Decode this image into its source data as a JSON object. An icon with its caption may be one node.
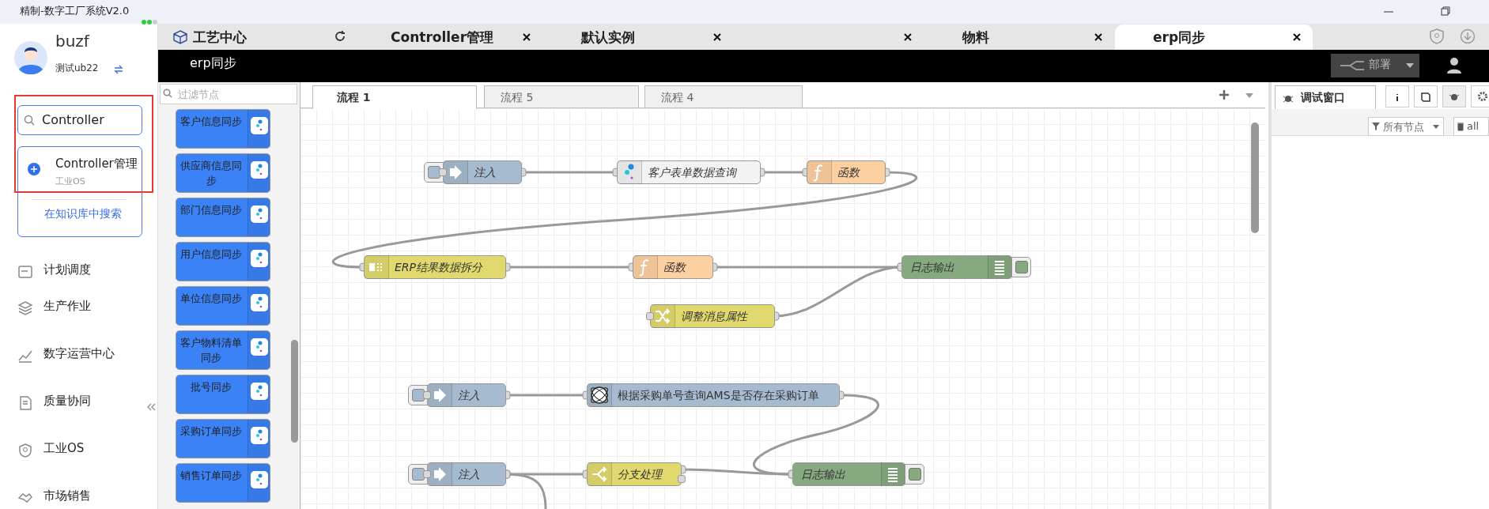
{
  "diagram": {
    "nodes": [
      {
        "text": [
          "注入"
        ]
      },
      {
        "text": [
          "客户表单数据查询"
        ]
      },
      {
        "text": [
          "函数"
        ]
      },
      {
        "text": [
          "ERP结果数据拆分"
        ]
      },
      {
        "text": [
          "函数"
        ]
      },
      {
        "text": [
          "日志输出"
        ]
      },
      {
        "text": [
          "调整消息属性"
        ]
      },
      {
        "text": [
          "注入"
        ]
      },
      {
        "text": [
          "根据采购单号查询AMS是否存在采购订单"
        ]
      },
      {
        "text": [
          "注入"
        ]
      },
      {
        "text": [
          "分支处理"
        ]
      },
      {
        "text": [
          "日志输出"
        ]
      },
      {
        "text": [
          "客户信息同步"
        ]
      },
      {
        "text": [
          "供应商信息同步"
        ]
      },
      {
        "text": [
          "部门信息同步"
        ]
      },
      {
        "text": [
          "用户信息同步"
        ]
      },
      {
        "text": [
          "单位信息同步"
        ]
      },
      {
        "text": [
          "客户物料清单同步"
        ]
      },
      {
        "text": [
          "批号同步"
        ]
      },
      {
        "text": [
          "采购订单同步"
        ]
      },
      {
        "text": [
          "销售订单同步"
        ]
      }
    ],
    "edges": [
      {
        "from": 0,
        "to": 1,
        "arrow": "other"
      },
      {
        "from": 1,
        "to": 2,
        "arrow": "other"
      },
      {
        "from": 2,
        "to": 3,
        "arrow": "other"
      },
      {
        "from": 3,
        "to": 4,
        "arrow": "other"
      },
      {
        "from": 4,
        "to": 5,
        "arrow": "other"
      },
      {
        "from": 6,
        "to": 5,
        "arrow": "other"
      },
      {
        "from": 7,
        "to": 8,
        "arrow": "other"
      },
      {
        "from": 8,
        "to": 11,
        "arrow": "other"
      },
      {
        "from": 9,
        "to": 10,
        "arrow": "other"
      },
      {
        "from": 10,
        "to": 11,
        "arrow": "other"
      },
      {
        "from": 9,
        "to": null,
        "arrow": "other"
      }
    ],
    "labels": [
      "精制-数字工厂系统V2.0",
      "buzf",
      "工艺中心",
      "Controller管理",
      "默认实例",
      "物料",
      "erp同步",
      "测试ub22",
      "erp同步",
      "部署",
      "过滤节点",
      "流程 1",
      "流程 5",
      "流程 4",
      "调试窗口",
      "Controller",
      "所有节点",
      "all",
      "Controller管理",
      "工业OS",
      "在知识库中搜索",
      "计划调度",
      "生产作业",
      "数字运营中心",
      "质量协同",
      "工业OS",
      "市场销售"
    ]
  }
}
